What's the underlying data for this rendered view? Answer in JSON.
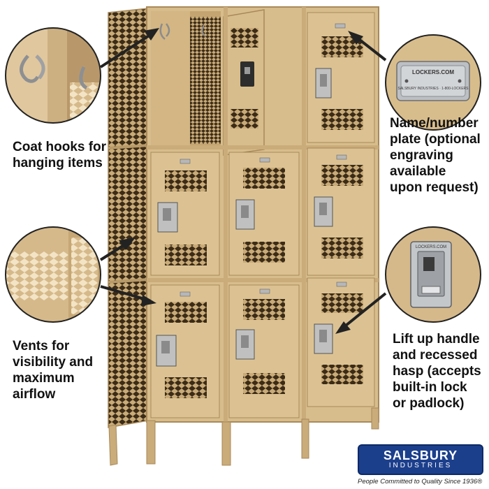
{
  "callouts": {
    "hooks": [
      "Coat hooks for",
      "hanging items"
    ],
    "vents": [
      "Vents for",
      "visibility and",
      "maximum",
      "airflow"
    ],
    "plate": [
      "Name/number",
      "plate (optional",
      "engraving",
      "available",
      "upon request)"
    ],
    "handle": [
      "Lift up handle",
      "and recessed",
      "hasp (accepts",
      "built-in lock",
      "or padlock)"
    ]
  },
  "plate_text": {
    "top": "LOCKERS.COM",
    "bottom": "SALSBURY INDUSTRIES · 1-800-LOCKERS"
  },
  "handle_plate_text": "LOCKERS.COM",
  "brand": {
    "name": "SALSBURY",
    "sub": "INDUSTRIES",
    "tagline": "People Committed to Quality Since 1936®"
  },
  "colors": {
    "locker_tan": "#d8bd8c",
    "locker_shadow": "#b89a68",
    "brand_blue": "#1c3f8c"
  }
}
